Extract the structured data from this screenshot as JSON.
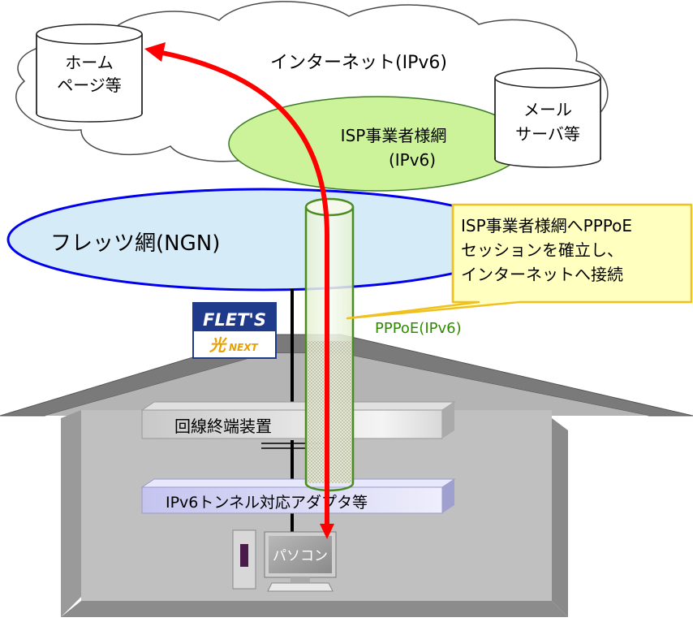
{
  "internet_cloud": {
    "label": "インターネット(IPv6)"
  },
  "homepage_server": {
    "line1": "ホーム",
    "line2": "ページ等"
  },
  "mail_server": {
    "line1": "メール",
    "line2": "サーバ等"
  },
  "isp_network": {
    "line1": "ISP事業者様網",
    "line2": "(IPv6)"
  },
  "flets_network": {
    "label": "フレッツ網(NGN)"
  },
  "callout": {
    "line1": "ISP事業者様網へPPPoE",
    "line2": "セッションを確立し、",
    "line3": "インターネットへ接続"
  },
  "tunnel": {
    "label": "PPPoE(IPv6)"
  },
  "flets_logo": {
    "line1": "FLET'S",
    "line2_kanji": "光",
    "line2_next": "NEXT"
  },
  "onu": {
    "label": "回線終端装置"
  },
  "adapter": {
    "label": "IPv6トンネル対応アダプタ等"
  },
  "pc": {
    "label": "パソコン"
  },
  "colors": {
    "arrow": "#ff0000",
    "flets_network_fill": "#d6ebf8",
    "flets_network_stroke": "#0000ee",
    "isp_fill": "#ccf29a",
    "callout_fill": "#ffffc0",
    "callout_stroke": "#f0c020",
    "tunnel_stroke": "#4a8c20",
    "tunnel_label": "#2e8b00",
    "adapter_fill": "#d6d6f8",
    "house_fill": "#c0c0c0"
  }
}
